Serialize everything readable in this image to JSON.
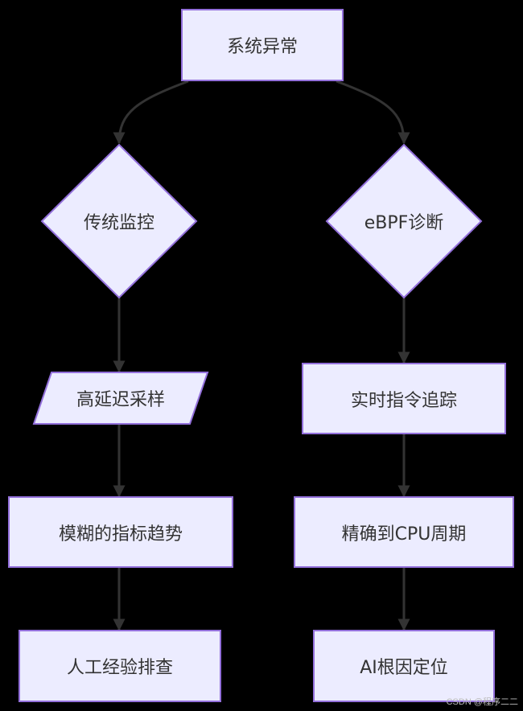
{
  "colors": {
    "background": "#000000",
    "node_fill": "#ECECFF",
    "node_stroke": "#9370DB",
    "edge": "#333333",
    "text": "#333333"
  },
  "nodes": {
    "anomaly": "系统异常",
    "traditional": "传统监控",
    "ebpf": "eBPF诊断",
    "high_latency": "高延迟采样",
    "realtime_trace": "实时指令追踪",
    "fuzzy_metrics": "模糊的指标趋势",
    "cpu_cycle": "精确到CPU周期",
    "manual": "人工经验排查",
    "ai_root_cause": "AI根因定位"
  },
  "watermark": "CSDN @程序二二"
}
